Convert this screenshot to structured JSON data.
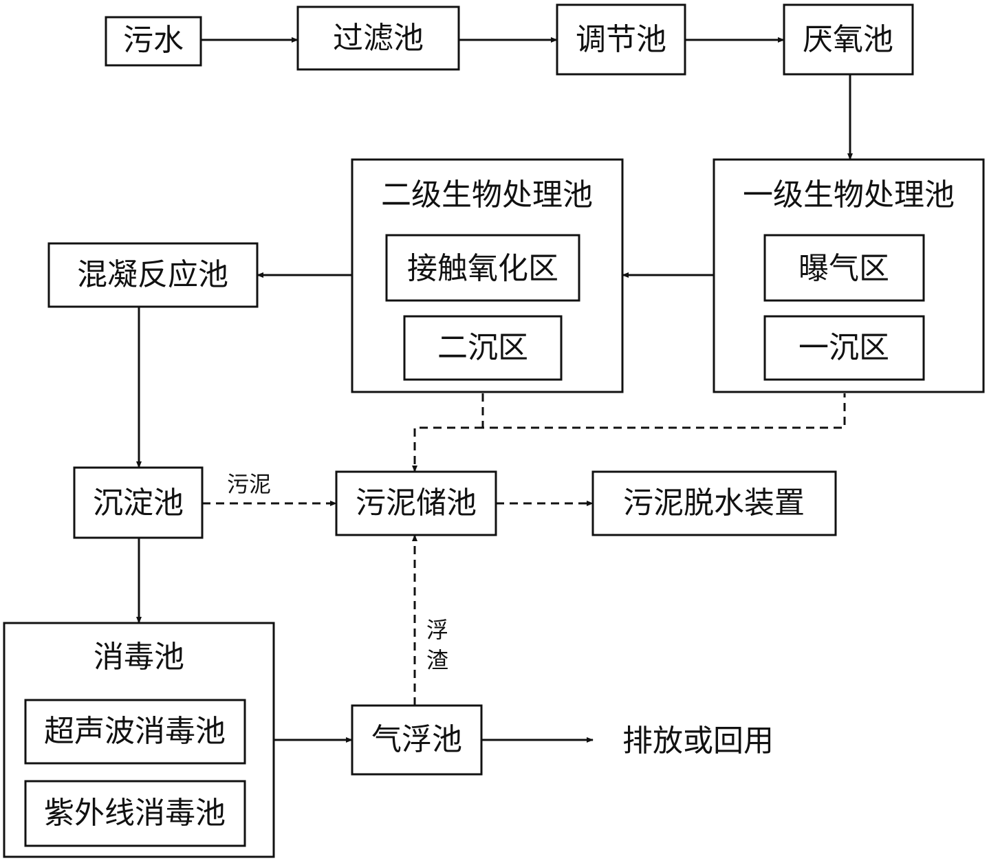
{
  "nodes": {
    "wastewater": "污水",
    "filter_tank": "过滤池",
    "regulating_tank": "调节池",
    "anaerobic_tank": "厌氧池",
    "primary_bio_tank": "一级生物处理池",
    "aeration_zone": "曝气区",
    "primary_settling_zone": "一沉区",
    "secondary_bio_tank": "二级生物处理池",
    "contact_oxidation_zone": "接触氧化区",
    "secondary_settling_zone": "二沉区",
    "coagulation_tank": "混凝反应池",
    "sedimentation_tank": "沉淀池",
    "sludge_storage_tank": "污泥储池",
    "sludge_dewatering_device": "污泥脱水装置",
    "disinfection_tank": "消毒池",
    "ultrasonic_disinfection_tank": "超声波消毒池",
    "uv_disinfection_tank": "紫外线消毒池",
    "air_flotation_tank": "气浮池",
    "discharge_or_reuse": "排放或回用"
  },
  "edge_labels": {
    "sludge": "污泥",
    "scum_line1": "浮",
    "scum_line2": "渣"
  }
}
